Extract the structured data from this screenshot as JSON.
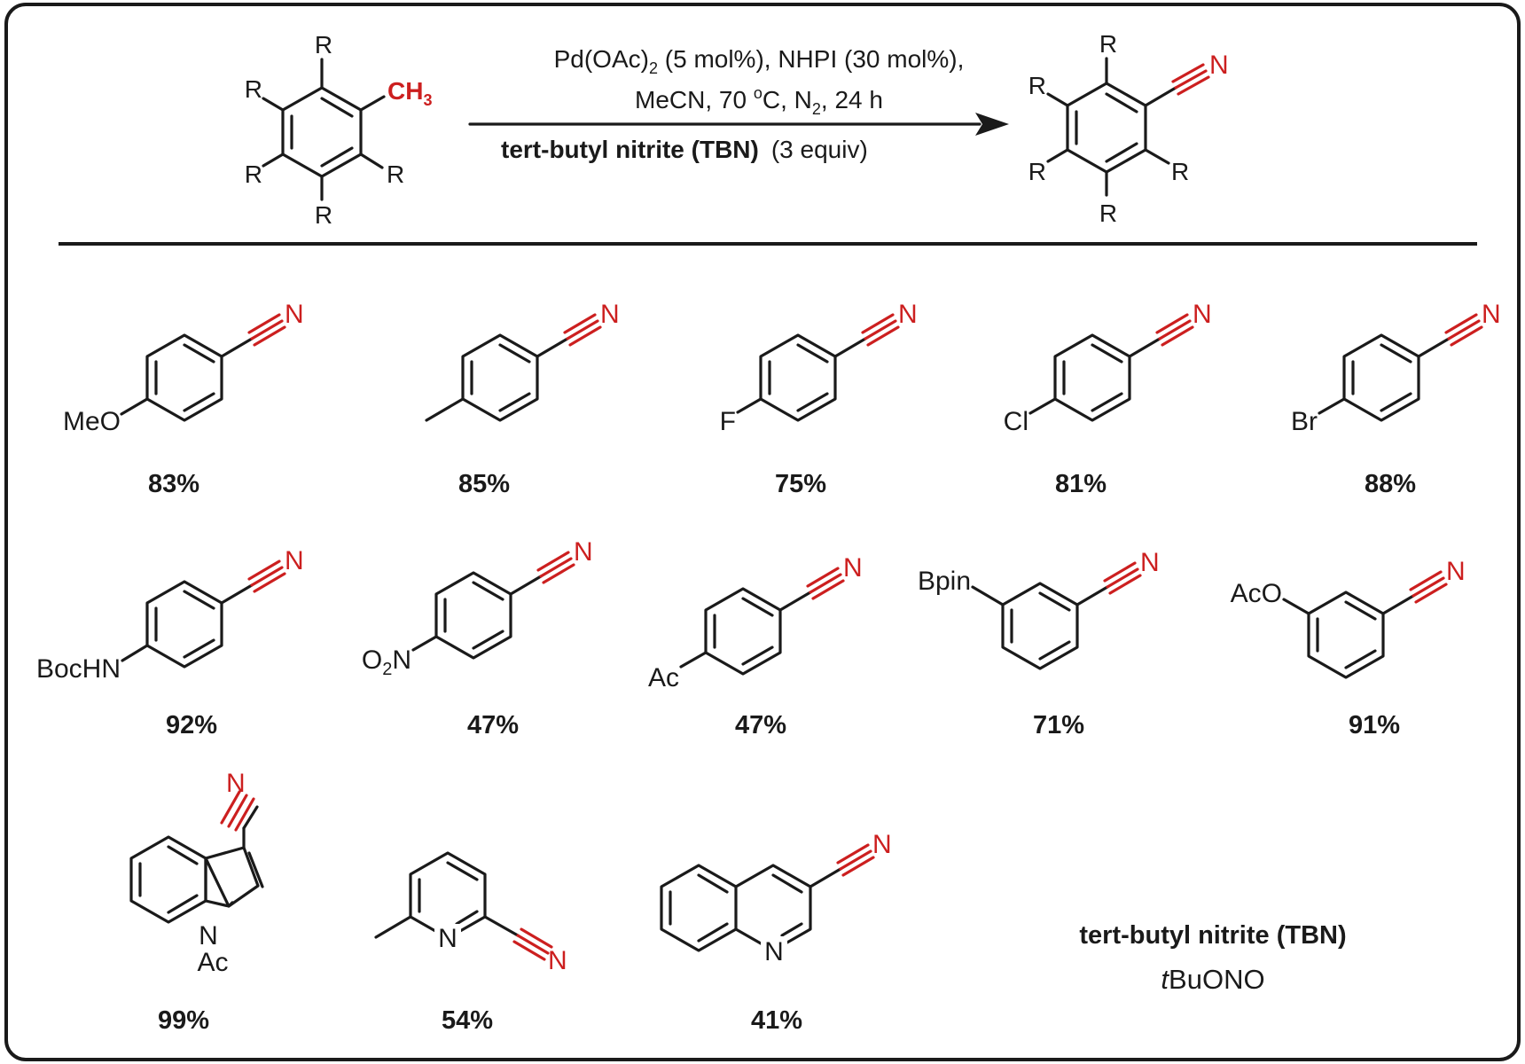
{
  "general_reaction": {
    "r_label": "R",
    "methyl_label": "CH",
    "methyl_sub": "3",
    "nitrile_n": "N",
    "condition_line1": {
      "a": "Pd(OAc)",
      "a_sub": "2",
      "b": " (5 mol%), NHPI (30 mol%),"
    },
    "condition_line2": {
      "a": "MeCN, 70 ",
      "a_sup": "o",
      "b": "C, N",
      "b_sub": "2",
      "c": ", 24 h"
    },
    "condition_line3": {
      "bold": "tert-butyl nitrite (TBN)",
      "normal": "(3 equiv)"
    }
  },
  "products": [
    {
      "substituent": "MeO",
      "yield": "83%"
    },
    {
      "substituent": "",
      "yield": "85%"
    },
    {
      "substituent": "F",
      "yield": "75%"
    },
    {
      "substituent": "Cl",
      "yield": "81%"
    },
    {
      "substituent": "Br",
      "yield": "88%"
    },
    {
      "substituent": "BocHN",
      "yield": "92%"
    },
    {
      "substituent": "O",
      "substituent_sub": "2",
      "substituent_tail": "N",
      "yield": "47%"
    },
    {
      "substituent": "Ac",
      "yield": "47%"
    },
    {
      "substituent": "Bpin",
      "yield": "71%"
    },
    {
      "substituent": "AcO",
      "yield": "91%"
    },
    {
      "ring_n": "N",
      "n_substituent": "Ac",
      "yield": "99%"
    },
    {
      "ring_n": "N",
      "yield": "54%"
    },
    {
      "ring_n": "N",
      "yield": "41%"
    }
  ],
  "reagent_note": {
    "name": "tert-butyl nitrite (TBN)",
    "formula_italic": "t",
    "formula_rest": "BuONO"
  },
  "colors": {
    "benzene_fill": "#fcc654",
    "heteroarene_fill": "#1e9a1e",
    "nitrile_red": "#cc1f1f",
    "bond_black": "#1a1a1a"
  }
}
